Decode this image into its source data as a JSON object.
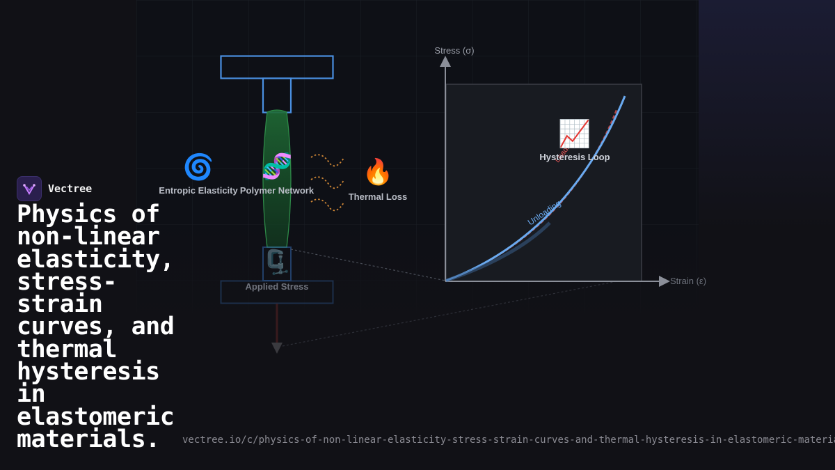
{
  "brand": {
    "name": "Vectree",
    "logo_icon": "vectree-logo-icon",
    "logo_bg": "#2a1f4d",
    "logo_accent": "#c77dff"
  },
  "headline": "Physics of non-linear elasticity, stress-strain curves, and thermal hysteresis in elastomeric materials.",
  "url": "vectree.io/c/physics-of-non-linear-elasticity-stress-strain-curves-and-thermal-hysteresis-in-elastomeric-materia",
  "diagram": {
    "labels": {
      "entropic": "Entropic Elasticity",
      "polymer": "Polymer Network",
      "thermal": "Thermal Loss",
      "applied": "Applied Stress",
      "hysteresis": "Hysteresis Loop"
    },
    "icons": {
      "entropic": "🌀",
      "polymer": "🧬",
      "thermal": "🔥",
      "applied": "🗜️",
      "hysteresis": "📈"
    }
  },
  "chart_data": {
    "type": "line",
    "xlabel": "Strain (ε)",
    "ylabel": "Stress (σ)",
    "series": [
      {
        "name": "Loading",
        "color": "#e05555"
      },
      {
        "name": "Unloading",
        "color": "#6aaaf0"
      }
    ]
  },
  "colors": {
    "background": "#111116",
    "rig_blue": "#4a90e2",
    "sample_green": "#1f6b35",
    "thermal_orange": "#e8963a",
    "loading_red": "#e05555",
    "unloading_blue": "#6aaaf0"
  }
}
